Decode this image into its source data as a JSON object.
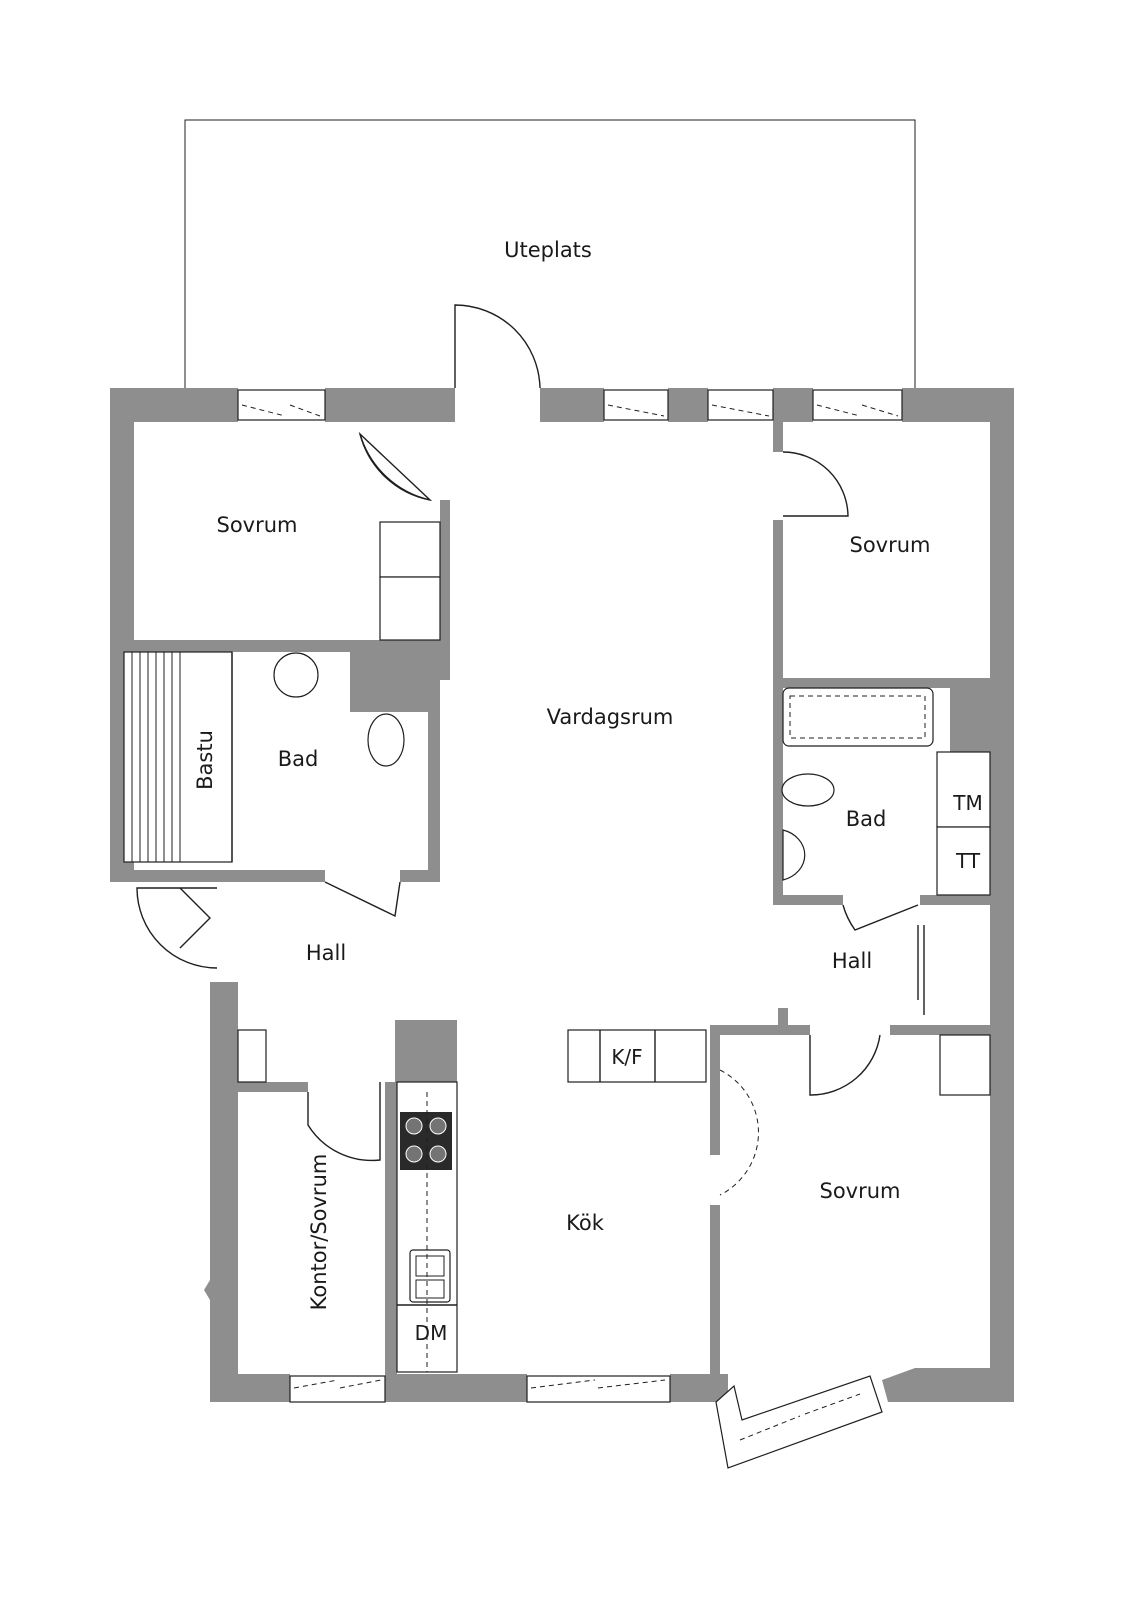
{
  "rooms": {
    "uteplats": "Uteplats",
    "sovrum_nw": "Sovrum",
    "sovrum_ne": "Sovrum",
    "vardagsrum": "Vardagsrum",
    "bastu": "Bastu",
    "bad_west": "Bad",
    "bad_east": "Bad",
    "hall_west": "Hall",
    "hall_east": "Hall",
    "kontor_sovrum": "Kontor/Sovrum",
    "kok": "Kök",
    "sovrum_se": "Sovrum"
  },
  "fixtures": {
    "tm": "TM",
    "tt": "TT",
    "kf": "K/F",
    "dm": "DM"
  },
  "colors": {
    "wall": "#8e8e8e",
    "line": "#1f1f1f"
  }
}
